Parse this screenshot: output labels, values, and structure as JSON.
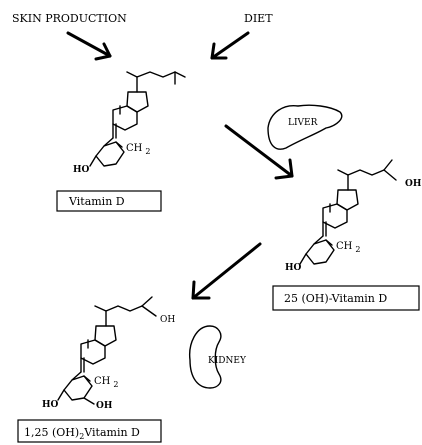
{
  "sources": {
    "skin": "SKIN PRODUCTION",
    "diet": "DIET"
  },
  "organs": {
    "liver": "LIVER",
    "kidney": "KIDNEY"
  },
  "molecules": {
    "vitamin_d": {
      "name": "Vitamin D",
      "ch2": "CH",
      "ch2_sub": "2",
      "ho": "HO"
    },
    "vitamin_d_25": {
      "name": "25 (OH)-Vitamin D",
      "oh": "OH",
      "ch2": "CH",
      "ch2_sub": "2",
      "ho": "HO"
    },
    "vitamin_d_125": {
      "name_prefix": "1,25 (OH)",
      "name_sub": "2",
      "name_suffix": "Vitamin D",
      "oh_side": "OH",
      "ch2": "CH",
      "ch2_sub": "2",
      "ho": "HO",
      "oh_ring": "OH"
    }
  }
}
